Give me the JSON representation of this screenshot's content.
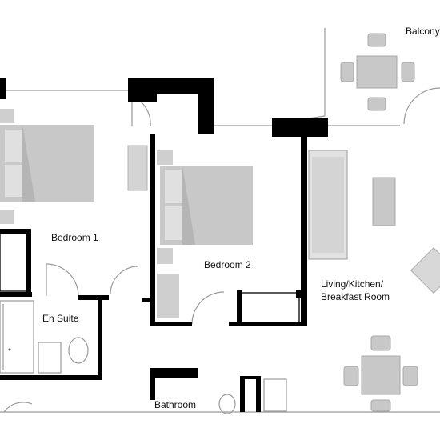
{
  "rooms": {
    "balcony": "Balcony",
    "bedroom1": "Bedroom 1",
    "bedroom2": "Bedroom 2",
    "living_line1": "Living/Kitchen/",
    "living_line2": "Breakfast Room",
    "ensuite": "En Suite",
    "bathroom": "Bathroom"
  },
  "colors": {
    "wall": "#000000",
    "thin_line": "#9a9a9a",
    "furniture": "#c8c8c8",
    "furniture_dark": "#a9a9a9",
    "background": "#ffffff"
  }
}
